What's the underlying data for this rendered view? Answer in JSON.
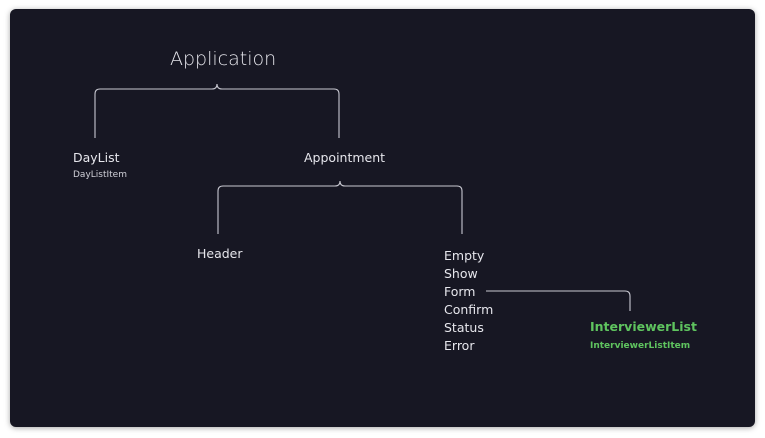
{
  "diagram": {
    "root": {
      "label": "Application"
    },
    "day_list": {
      "label": "DayList",
      "child_label": "DayListItem"
    },
    "appointment": {
      "label": "Appointment",
      "header": {
        "label": "Header"
      },
      "modes": [
        "Empty",
        "Show",
        "Form",
        "Confirm",
        "Status",
        "Error"
      ]
    },
    "interviewer_list": {
      "label": "InterviewerList",
      "child_label": "InterviewerListItem"
    }
  },
  "colors": {
    "background": "#171723",
    "text": "#e6e6ec",
    "connector": "#c9c9d2",
    "highlight": "#5fc45f"
  }
}
